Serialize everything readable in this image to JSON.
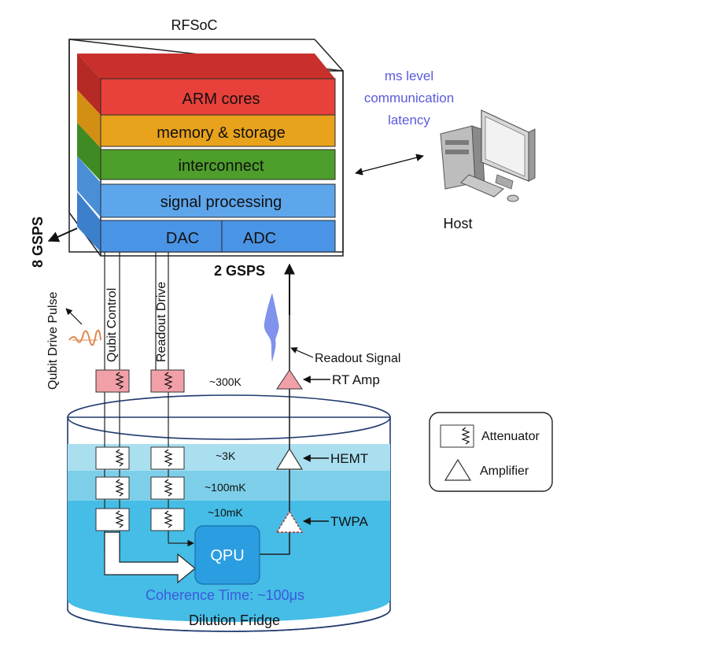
{
  "rfsoc": {
    "title": "RFSoC",
    "layers": {
      "arm": "ARM cores",
      "memory": "memory & storage",
      "interconnect": "interconnect",
      "signal": "signal processing",
      "dac": "DAC",
      "adc": "ADC"
    }
  },
  "host": {
    "label": "Host",
    "latency_line1": "ms level",
    "latency_line2": "communication",
    "latency_line3": "latency"
  },
  "rates": {
    "dac_rate": "8 GSPS",
    "adc_rate": "2 GSPS"
  },
  "lines": {
    "qubit_control": "Qubit Control",
    "readout_drive": "Readout Drive",
    "qubit_drive_pulse": "Qubit Drive Pulse",
    "readout_signal": "Readout Signal"
  },
  "amplifiers": {
    "rt_amp": "RT Amp",
    "hemt": "HEMT",
    "twpa": "TWPA"
  },
  "temperatures": {
    "t300k": "~300K",
    "t3k": "~3K",
    "t100mk": "~100mK",
    "t10mk": "~10mK"
  },
  "fridge": {
    "label": "Dilution Fridge",
    "qpu": "QPU",
    "coherence": "Coherence Time: ~100μs"
  },
  "legend": {
    "attenuator": "Attenuator",
    "amplifier": "Amplifier"
  },
  "colors": {
    "arm": "#e8403a",
    "memory": "#e8a21c",
    "interconnect": "#4d9e2b",
    "signal": "#5ea6ec",
    "dac_adc": "#4a94e6",
    "qpu": "#2a9ee0",
    "latency_text": "#5a5adc",
    "coherence_text": "#3a5adc",
    "attenuator_pink": "#f2a0a8"
  }
}
